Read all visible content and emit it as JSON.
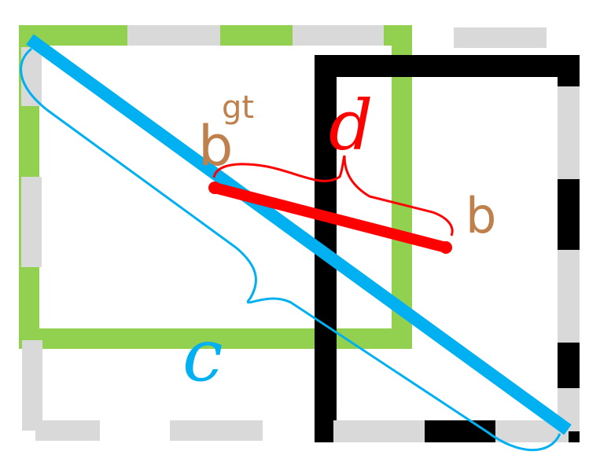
{
  "labels": {
    "d": "d",
    "c": "c",
    "b_left": "b",
    "b_right": "b",
    "superscript": "gt"
  },
  "colors": {
    "green": "#92d050",
    "gray": "#d9d9d9",
    "black": "#000000",
    "blue": "#00b0f0",
    "red": "#ff0000",
    "brown": "#c0804c"
  }
}
